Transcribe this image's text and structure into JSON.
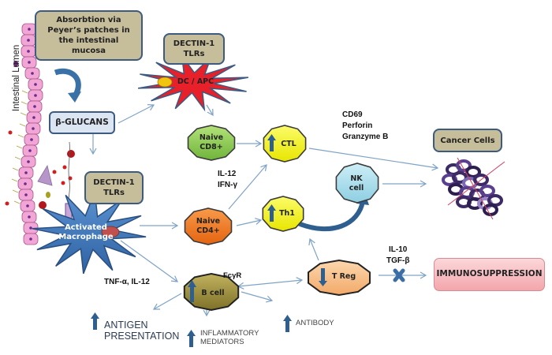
{
  "title_vertical": "Intestinal Lumen",
  "boxes": {
    "absorption": "Absorbtion via Peyer’s patches in the intestinal mucosa",
    "dectin_top_line1": "DECTIN-1",
    "dectin_top_line2": "TLRs",
    "dectin_mid_line1": "DECTIN-1",
    "dectin_mid_line2": "TLRs",
    "glucans": "β-GLUCANS",
    "cancer_cells": "Cancer Cells",
    "immunosuppression": "IMMUNOSUPPRESSION"
  },
  "cells": {
    "dc_apc": "DC / APC",
    "macrophage_line1": "Activated",
    "macrophage_line2": "Macrophage",
    "naive_cd8_line1": "Naive",
    "naive_cd8_line2": "CD8+",
    "naive_cd4_line1": "Naive",
    "naive_cd4_line2": "CD4+",
    "ctl": "CTL",
    "th1": "Th1",
    "nk_line1": "NK",
    "nk_line2": "cell",
    "b_cell": "B cell",
    "t_reg": "T Reg"
  },
  "annotations": {
    "il12": "IL-12",
    "ifng": "IFN-γ",
    "cd69": "CD69",
    "perforin": "Perforin",
    "granzyme": "Granzyme B",
    "il10": "IL-10",
    "tgfb": "TGF-β",
    "fcgr": "FcγR",
    "tnfa_il12": "TNF-α, IL-12"
  },
  "outcomes": {
    "antigen_line1": "ANTIGEN",
    "antigen_line2": "PRESENTATION",
    "inflammatory_line1": "INFLAMMATORY",
    "inflammatory_line2": "MEDIATORS",
    "antibody": "ANTIBODY"
  },
  "icons": {
    "up_arrow": "up-arrow-icon",
    "down_arrow": "down-arrow-icon",
    "block": "x-block-icon"
  },
  "colors": {
    "arrow_blue": "#2e5f8f",
    "connector": "#7fa3c6",
    "tan": "#c6bd9a",
    "dc_red": "#e8202a",
    "macrophage_blue": "#3f77b8",
    "cd8_green": "#8fce50",
    "cd4_orange": "#ef7a1e",
    "activated_yellow": "#f3f21e",
    "nk_cyan": "#a9dcea",
    "bcell_olive": "#9c8d3d",
    "treg_peach": "#f7c08a"
  }
}
